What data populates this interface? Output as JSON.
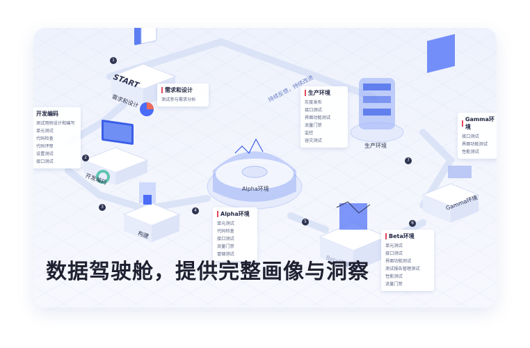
{
  "start_label": "START",
  "path_slogan": "持续反馈，持续改进",
  "caption": "数据驾驶舱，提供完整画像与洞察",
  "nodes": {
    "requirement": "需求和设计",
    "develop": "开发编码",
    "build": "构建",
    "alpha": "Alpha环境",
    "beta": "Beta环境",
    "gamma": "Gamma环境",
    "production": "生产环境"
  },
  "steps": [
    "1",
    "2",
    "3",
    "4",
    "5",
    "6",
    "7"
  ],
  "panels": {
    "requirement": {
      "title": "需求和设计",
      "items": [
        "测试参与需求分析"
      ]
    },
    "develop": {
      "title": "开发编码",
      "items": [
        "测试用例设计和编写",
        "单元测试",
        "代码检查",
        "代码评审",
        "设置测试",
        "接口测试"
      ]
    },
    "alpha": {
      "title": "Alpha环境",
      "items": [
        "单元测试",
        "代码检查",
        "接口测试",
        "流量门禁",
        "冒烟测试"
      ]
    },
    "beta": {
      "title": "Beta环境",
      "items": [
        "单元测试",
        "接口测试",
        "界面功能测试",
        "测试报告管理测试",
        "性能测试",
        "流量门禁"
      ]
    },
    "gamma": {
      "title": "Gamma环境",
      "items": [
        "接口测试",
        "界面功能测试",
        "性能测试"
      ]
    },
    "production": {
      "title": "生产环境",
      "items": [
        "灰度发布",
        "接口测试",
        "界面功能测试",
        "流量门禁",
        "监控",
        "容灾测试"
      ]
    }
  },
  "colors": {
    "accent": "#4a6cf7",
    "marker": "#e2465b",
    "caption": "#1f2030"
  }
}
